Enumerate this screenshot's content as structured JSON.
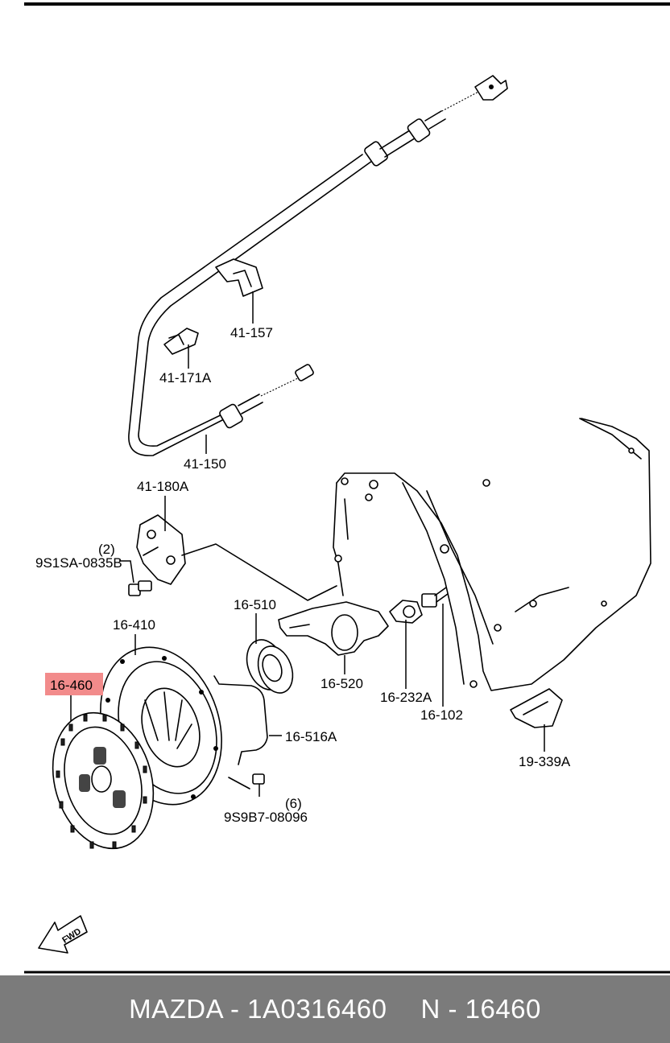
{
  "diagram": {
    "colors": {
      "highlight": "#f28b8b",
      "footer_bg": "#7b7b7b",
      "footer_text": "#ffffff"
    },
    "labels": {
      "l41_157": "41-157",
      "l41_171a": "41-171A",
      "l41_150": "41-150",
      "l41_180a": "41-180A",
      "qty_2": "(2)",
      "l9s1sa": "9S1SA-0835B",
      "l16_510": "16-510",
      "l16_410": "16-410",
      "l16_460": "16-460",
      "l16_520": "16-520",
      "l16_232a": "16-232A",
      "l16_102": "16-102",
      "l16_516a": "16-516A",
      "qty_6": "(6)",
      "l9s9b7": "9S9B7-08096",
      "l19_339a": "19-339A",
      "fwd": "FWD"
    },
    "icons": [
      "fwd-arrow-icon"
    ]
  },
  "footer": {
    "brand_part": "MAZDA - 1A0316460",
    "part_code": "N - 16460"
  }
}
